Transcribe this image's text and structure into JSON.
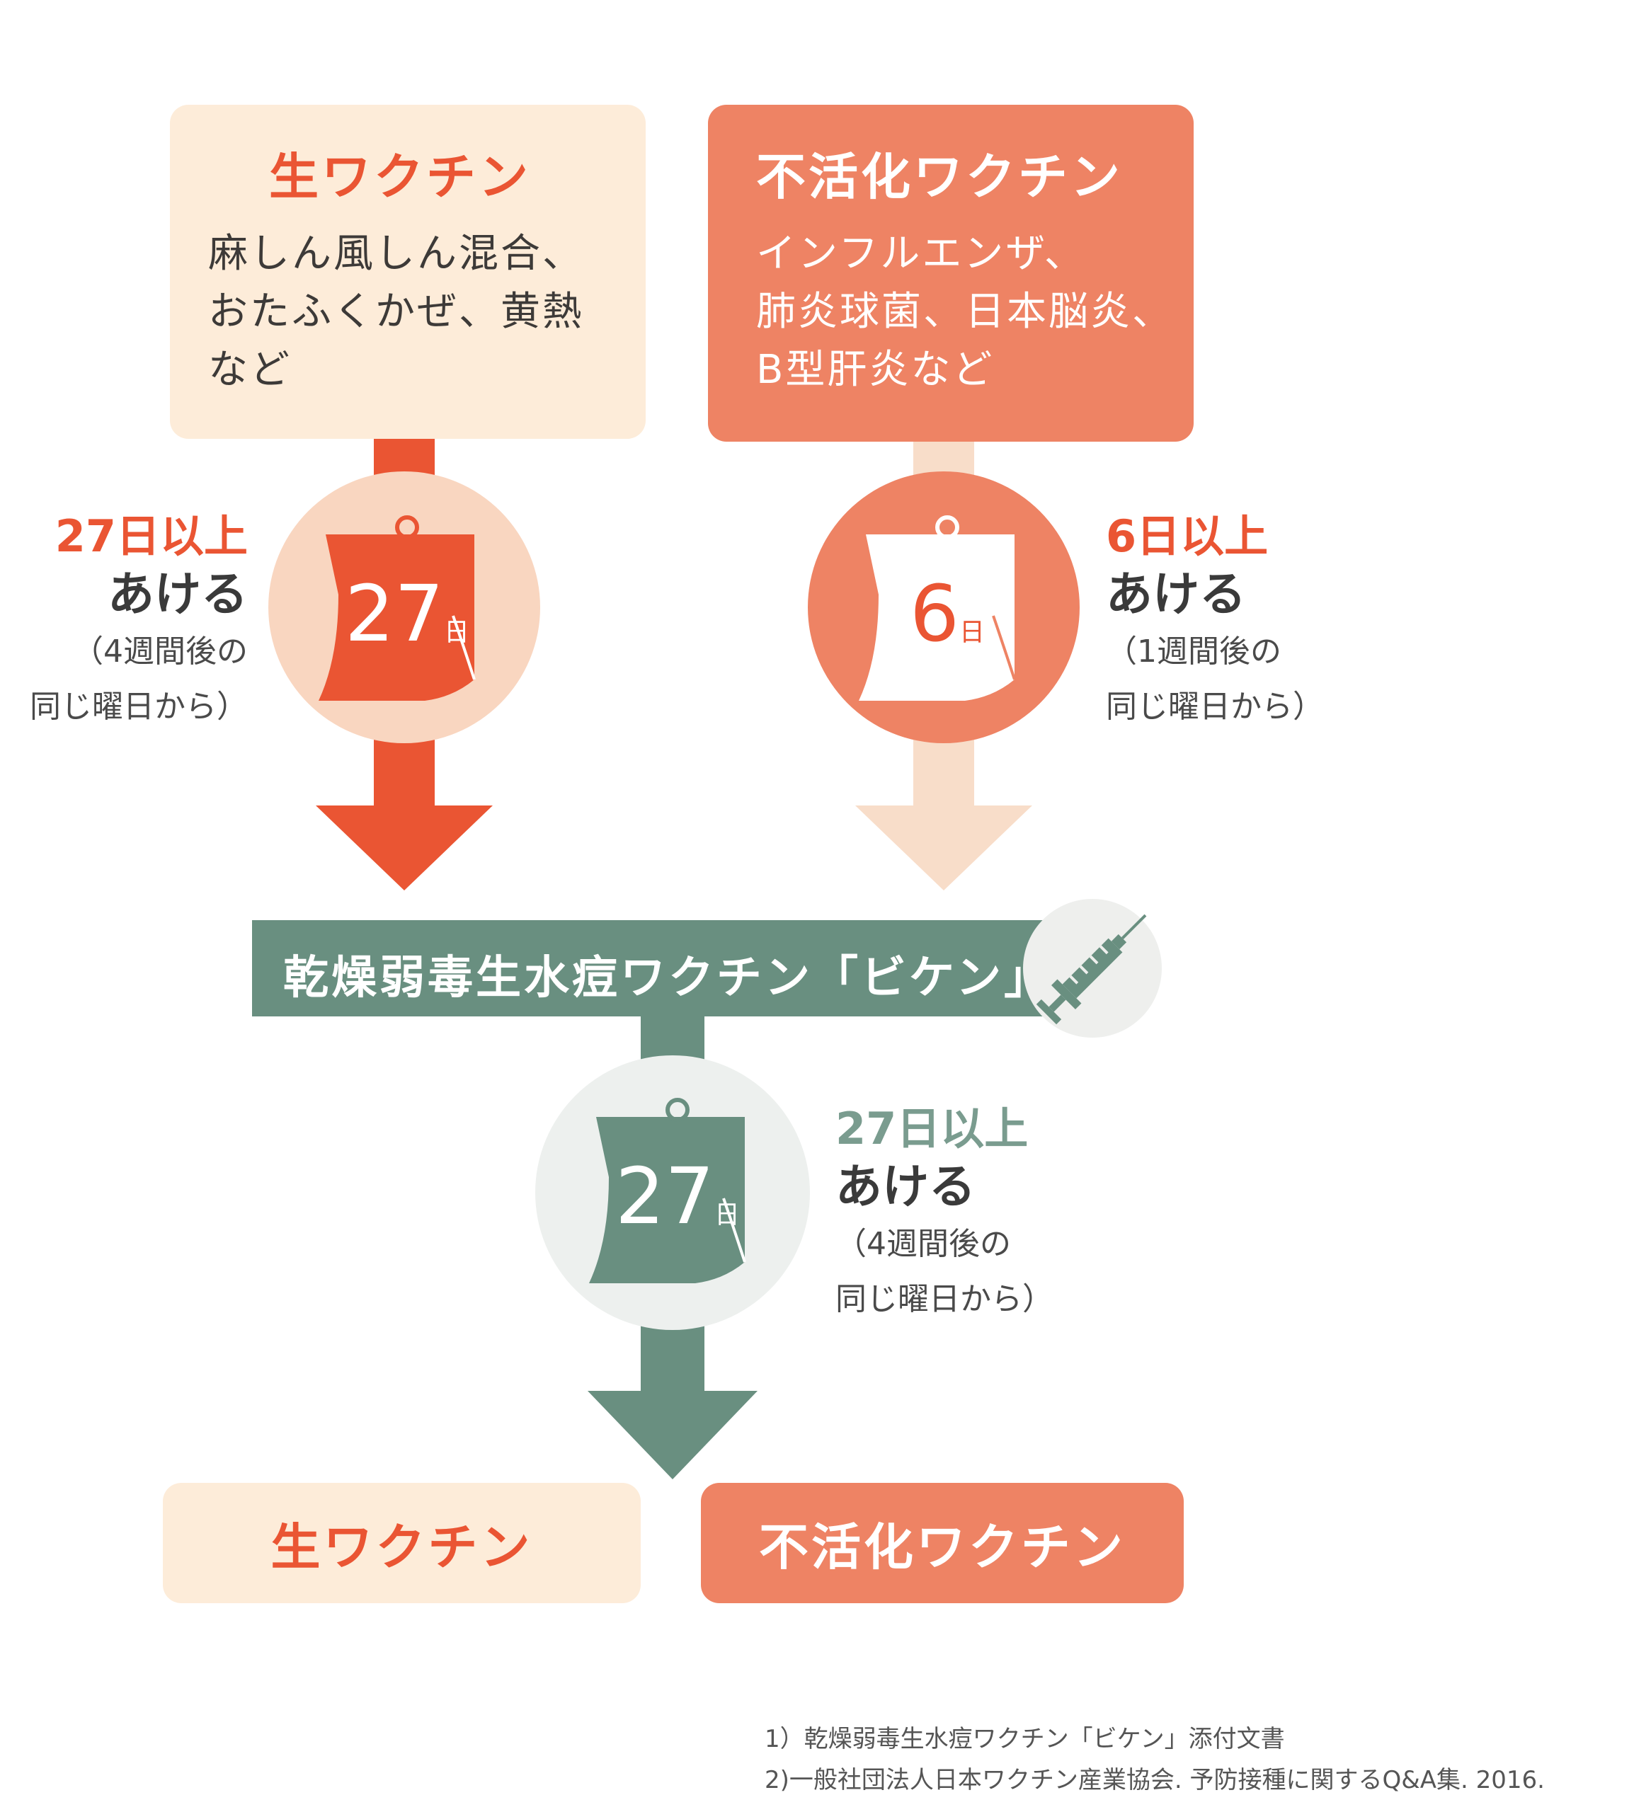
{
  "colors": {
    "live_accent": "#ea5533",
    "live_bg": "#fdecd9",
    "inactivated_bg": "#ee8364",
    "inactivated_arrow": "#f8ddc9",
    "green": "#698f80",
    "green_text": "#7a9c8f",
    "green_circle": "#edf0ee"
  },
  "top_left_box": {
    "title": "生ワクチン",
    "lines": [
      "麻しん風しん混合、",
      "おたふくかぜ、黄熱",
      "など"
    ]
  },
  "top_right_box": {
    "title": "不活化ワクチン",
    "lines": [
      "インフルエンザ、",
      "肺炎球菌、日本脳炎、",
      "B型肝炎など"
    ]
  },
  "left_interval": {
    "lead": "27日以上",
    "action": "あける",
    "note_lines": [
      "（4週間後の",
      "同じ曜日から）"
    ],
    "calendar_number": "27",
    "calendar_unit": "日"
  },
  "right_interval": {
    "lead": "6日以上",
    "action": "あける",
    "note_lines": [
      "（1週間後の",
      "同じ曜日から）"
    ],
    "calendar_number": "6",
    "calendar_unit": "日"
  },
  "center_bar": {
    "label": "乾燥弱毒生水痘ワクチン「ビケン」",
    "icon": "syringe-icon"
  },
  "lower_interval": {
    "lead": "27日以上",
    "action": "あける",
    "note_lines": [
      "（4週間後の",
      "同じ曜日から）"
    ],
    "calendar_number": "27",
    "calendar_unit": "日"
  },
  "bottom_left_box": {
    "title": "生ワクチン"
  },
  "bottom_right_box": {
    "title": "不活化ワクチン"
  },
  "references": [
    "1）乾燥弱毒生水痘ワクチン「ビケン」添付文書",
    "2)一般社団法人日本ワクチン産業協会. 予防接種に関するQ&A集. 2016."
  ]
}
